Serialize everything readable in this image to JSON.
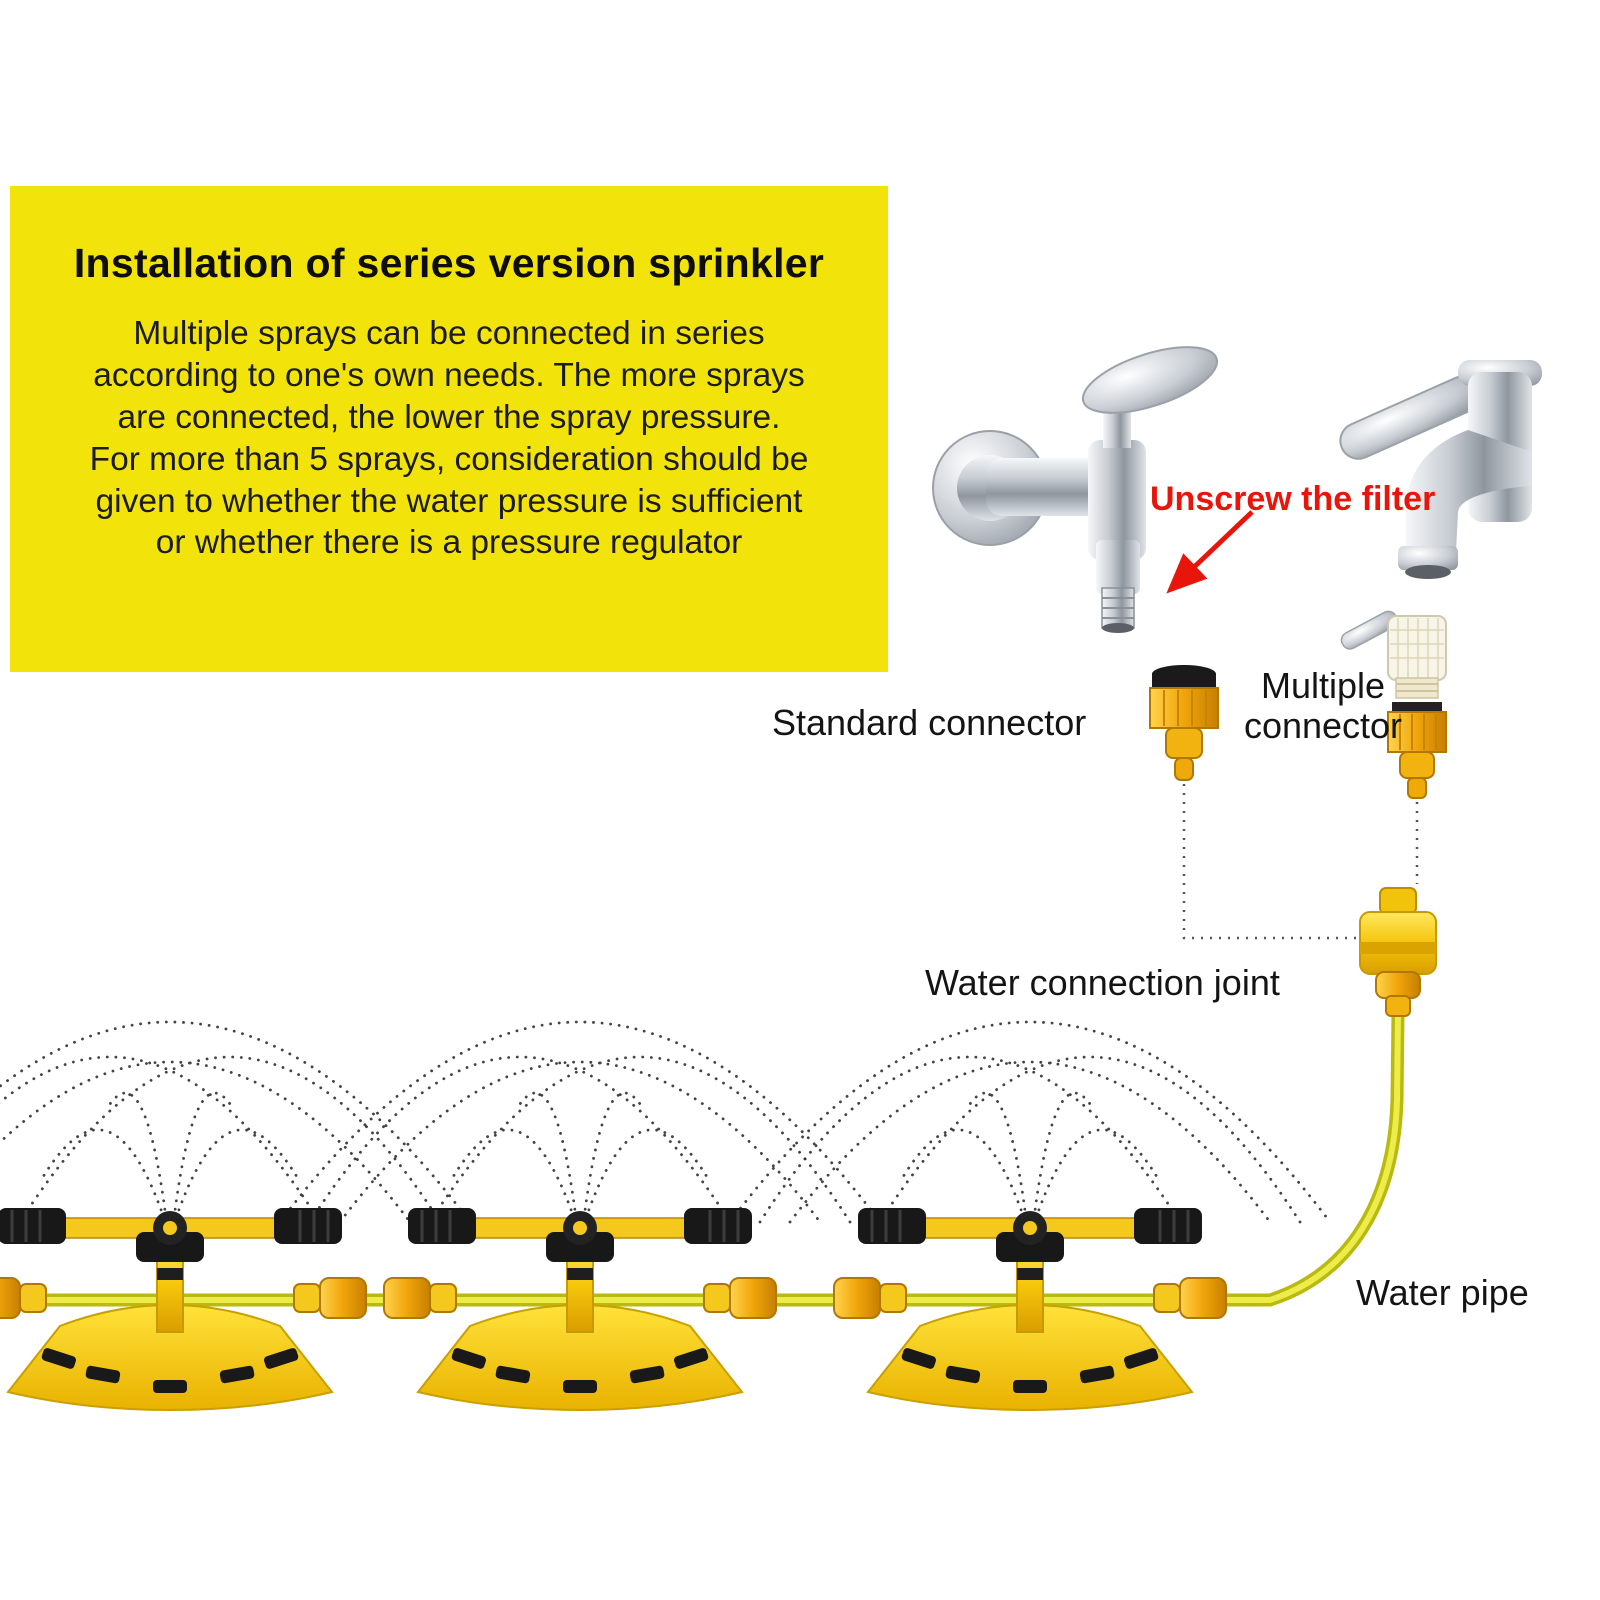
{
  "infobox": {
    "title": "Installation of series version sprinkler",
    "body_lines": [
      "Multiple sprays can be connected in series",
      "according to one's own needs. The more sprays",
      "are connected, the lower the spray pressure.",
      "For more than 5 sprays, consideration should be",
      "given to whether the water pressure is sufficient",
      "or whether there is a pressure regulator"
    ],
    "bg_color": "#f2e40a"
  },
  "labels": {
    "unscrew_filter": "Unscrew the filter",
    "standard_connector": "Standard connector",
    "multiple_connector": [
      "Multiple",
      "connector"
    ],
    "water_connection_joint": "Water connection joint",
    "water_pipe": "Water pipe"
  },
  "colors": {
    "accent_red": "#e8150b",
    "panel_yellow": "#f2e40a",
    "sprinkler_yellow": "#f4c81c",
    "connector_orange": "#f0a50a",
    "hose_yellow": "#e4e43c",
    "spray_dots": "#2f2f2f",
    "chrome": "#c7ccd2"
  }
}
